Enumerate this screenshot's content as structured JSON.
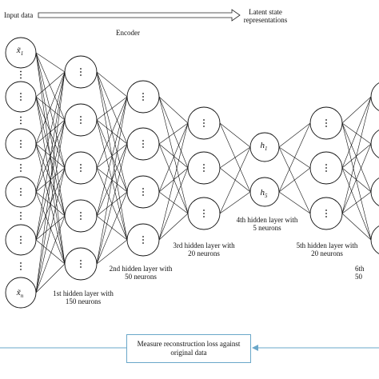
{
  "header": {
    "input_label": "Input data",
    "latent_label_line1": "Latent state",
    "latent_label_line2": "representations",
    "encoder_label": "Encoder"
  },
  "layers": [
    {
      "line1": "1st hidden layer with",
      "line2": "150 neurons"
    },
    {
      "line1": "2nd hidden layer with",
      "line2": "50 neurons"
    },
    {
      "line1": "3rd hidden layer with",
      "line2": "20 neurons"
    },
    {
      "line1": "4th hidden layer with",
      "line2": "5 neurons"
    },
    {
      "line1": "5th hidden layer with",
      "line2": "20 neurons"
    },
    {
      "line1": "6th",
      "line2": "50"
    }
  ],
  "symbols": {
    "input_first_base": "x̃",
    "input_first_sub": "1",
    "input_last_base": "x̃",
    "input_last_sub": "n",
    "latent_first_base": "h",
    "latent_first_sub": "1",
    "latent_last_base": "h",
    "latent_last_sub": "5"
  },
  "loss_box": {
    "line1": "Measure reconstruction loss against",
    "line2": "original data"
  },
  "colors": {
    "loss_line": "#6aa7c9",
    "stroke": "#111111"
  }
}
